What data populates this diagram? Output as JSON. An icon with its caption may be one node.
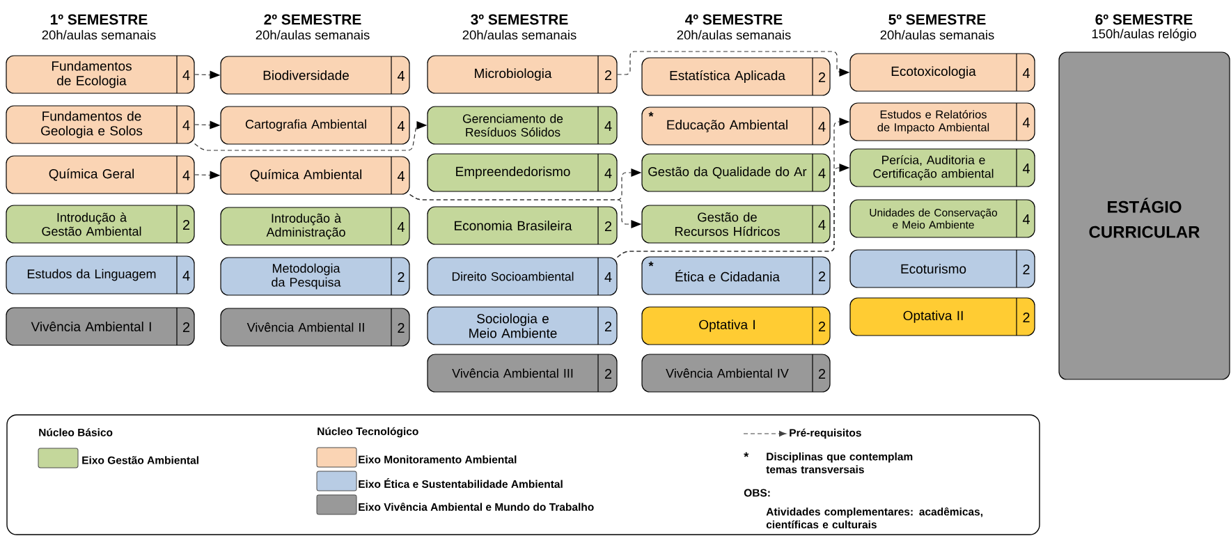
{
  "diagram": {
    "nodes": [
      {
        "text": [
          "Fundamentos de Ecologia",
          "4"
        ]
      },
      {
        "text": [
          "Fundamentos de Geologia e Solos",
          "4"
        ]
      },
      {
        "text": [
          "Química Geral",
          "4"
        ]
      },
      {
        "text": [
          "Introdução à Gestão Ambiental",
          "2"
        ]
      },
      {
        "text": [
          "Estudos da Linguagem",
          "4"
        ]
      },
      {
        "text": [
          "Vivência Ambiental I",
          "2"
        ]
      },
      {
        "text": [
          "Biodiversidade",
          "4"
        ]
      },
      {
        "text": [
          "Cartografia Ambiental",
          "4"
        ]
      },
      {
        "text": [
          "Química Ambiental",
          "4"
        ]
      },
      {
        "text": [
          "Introdução à Administração",
          "4"
        ]
      },
      {
        "text": [
          "Metodologia da Pesquisa",
          "2"
        ]
      },
      {
        "text": [
          "Vivência Ambiental II",
          "2"
        ]
      },
      {
        "text": [
          "Microbiologia",
          "2"
        ]
      },
      {
        "text": [
          "Gerenciamento de Resíduos Sólidos",
          "4"
        ]
      },
      {
        "text": [
          "Empreendedorismo",
          "4"
        ]
      },
      {
        "text": [
          "Economia Brasileira",
          "2"
        ]
      },
      {
        "text": [
          "Direito Socioambiental",
          "4"
        ]
      },
      {
        "text": [
          "Sociologia e Meio Ambiente",
          "2"
        ]
      },
      {
        "text": [
          "Vivência Ambiental III",
          "2"
        ]
      },
      {
        "text": [
          "Estatística Aplicada",
          "2"
        ]
      },
      {
        "text": [
          "*",
          "Educação Ambiental",
          "4"
        ]
      },
      {
        "text": [
          "Gestão da Qualidade do Ar",
          "4"
        ]
      },
      {
        "text": [
          "Gestão de Recursos Hídricos",
          "4"
        ]
      },
      {
        "text": [
          "*",
          "Ética e Cidadania",
          "2"
        ]
      },
      {
        "text": [
          "Optativa I",
          "2"
        ]
      },
      {
        "text": [
          "Vivência Ambiental IV",
          "2"
        ]
      },
      {
        "text": [
          "Ecotoxicologia",
          "4"
        ]
      },
      {
        "text": [
          "Estudos e Relatórios de Impacto Ambiental",
          "4"
        ]
      },
      {
        "text": [
          "Perícia, Auditoria e Certificação ambiental",
          "4"
        ]
      },
      {
        "text": [
          "Unidades de Conservação e Meio Ambiente",
          "4"
        ]
      },
      {
        "text": [
          "Ecoturismo",
          "2"
        ]
      },
      {
        "text": [
          "Optativa II",
          "2"
        ]
      },
      {
        "text": [
          "ESTÁGIO CURRICULAR"
        ]
      }
    ],
    "edges": [
      {
        "from": 0,
        "to": 6,
        "arrow": "to"
      },
      {
        "from": 1,
        "to": 7,
        "arrow": "to"
      },
      {
        "from": 1,
        "to": 13,
        "arrow": "to"
      },
      {
        "from": 2,
        "to": 8,
        "arrow": "to"
      },
      {
        "from": 8,
        "to": 21,
        "arrow": "to"
      },
      {
        "from": 8,
        "to": 22,
        "arrow": "to"
      },
      {
        "from": 12,
        "to": 26,
        "arrow": "to"
      },
      {
        "from": 16,
        "to": 27,
        "arrow": "to"
      },
      {
        "from": 16,
        "to": 28,
        "arrow": "to"
      }
    ],
    "labels": [
      "1º SEMESTRE",
      "20h/aulas semanais",
      "2º SEMESTRE",
      "20h/aulas semanais",
      "3º SEMESTRE",
      "20h/aulas semanais",
      "4º SEMESTRE",
      "20h/aulas semanais",
      "5º SEMESTRE",
      "20h/aulas semanais",
      "6º SEMESTRE",
      "150h/aulas relógio",
      "Núcleo Básico",
      "Núcleo Tecnológico",
      "*",
      "OBS:",
      "Atividades complementares: acadêmicas, científicas e culturais"
    ],
    "legend": [
      {
        "text": "Eixo Gestão Ambiental",
        "color": "#c4d79b"
      },
      {
        "text": "Eixo Monitoramento Ambiental",
        "color": "#fad4b4"
      },
      {
        "text": "Eixo Ética e Sustentabilidade Ambiental",
        "color": "#b8cce4"
      },
      {
        "text": "Eixo Vivência Ambiental e Mundo do Trabalho",
        "color": "#999999"
      },
      {
        "text": "Pré-requisitos"
      },
      {
        "text": "Disciplinas que contemplam temas transversais"
      }
    ]
  }
}
